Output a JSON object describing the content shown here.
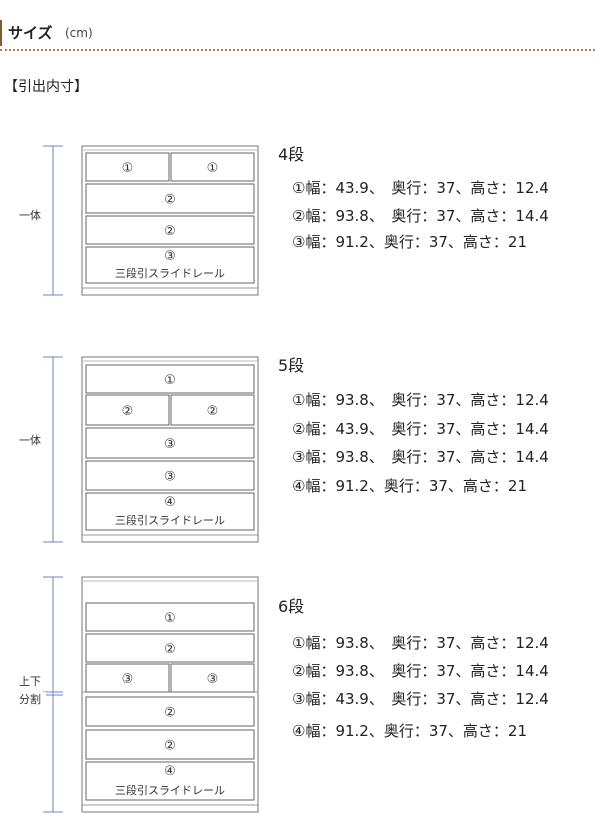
{
  "header": {
    "title": "サイズ",
    "unit": "(cm)"
  },
  "subtitle": "【引出内寸】",
  "units": [
    {
      "side_label": [
        "一体"
      ],
      "heading": "4段",
      "drawer_rows": [
        [
          "①",
          "①"
        ],
        [
          "②"
        ],
        [
          "②"
        ],
        [
          "③"
        ]
      ],
      "rail_label": "三段引スライドレール",
      "specs": [
        "①幅：43.9、　奥行：37、高さ：12.4",
        "②幅：93.8、　奥行：37、高さ：14.4",
        "③幅：91.2、奥行：37、高さ：21"
      ]
    },
    {
      "side_label": [
        "一体"
      ],
      "heading": "5段",
      "drawer_rows": [
        [
          "①"
        ],
        [
          "②",
          "②"
        ],
        [
          "③"
        ],
        [
          "③"
        ],
        [
          "④"
        ]
      ],
      "rail_label": "三段引スライドレール",
      "specs": [
        "①幅：93.8、　奥行：37、高さ：12.4",
        "②幅：43.9、　奥行：37、高さ：14.4",
        "③幅：93.8、　奥行：37、高さ：14.4",
        "④幅：91.2、奥行：37、高さ：21"
      ]
    },
    {
      "side_label": [
        "上下",
        "分割"
      ],
      "heading": "6段",
      "drawer_rows": [
        [
          "①"
        ],
        [
          "②"
        ],
        [
          "③",
          "③"
        ],
        [
          "②"
        ],
        [
          "②"
        ],
        [
          "④"
        ]
      ],
      "rail_label": "三段引スライドレール",
      "specs": [
        "①幅：93.8、　奥行：37、高さ：12.4",
        "②幅：93.8、　奥行：37、高さ：14.4",
        "③幅：43.9、　奥行：37、高さ：12.4",
        "④幅：91.2、奥行：37、高さ：21"
      ]
    }
  ]
}
